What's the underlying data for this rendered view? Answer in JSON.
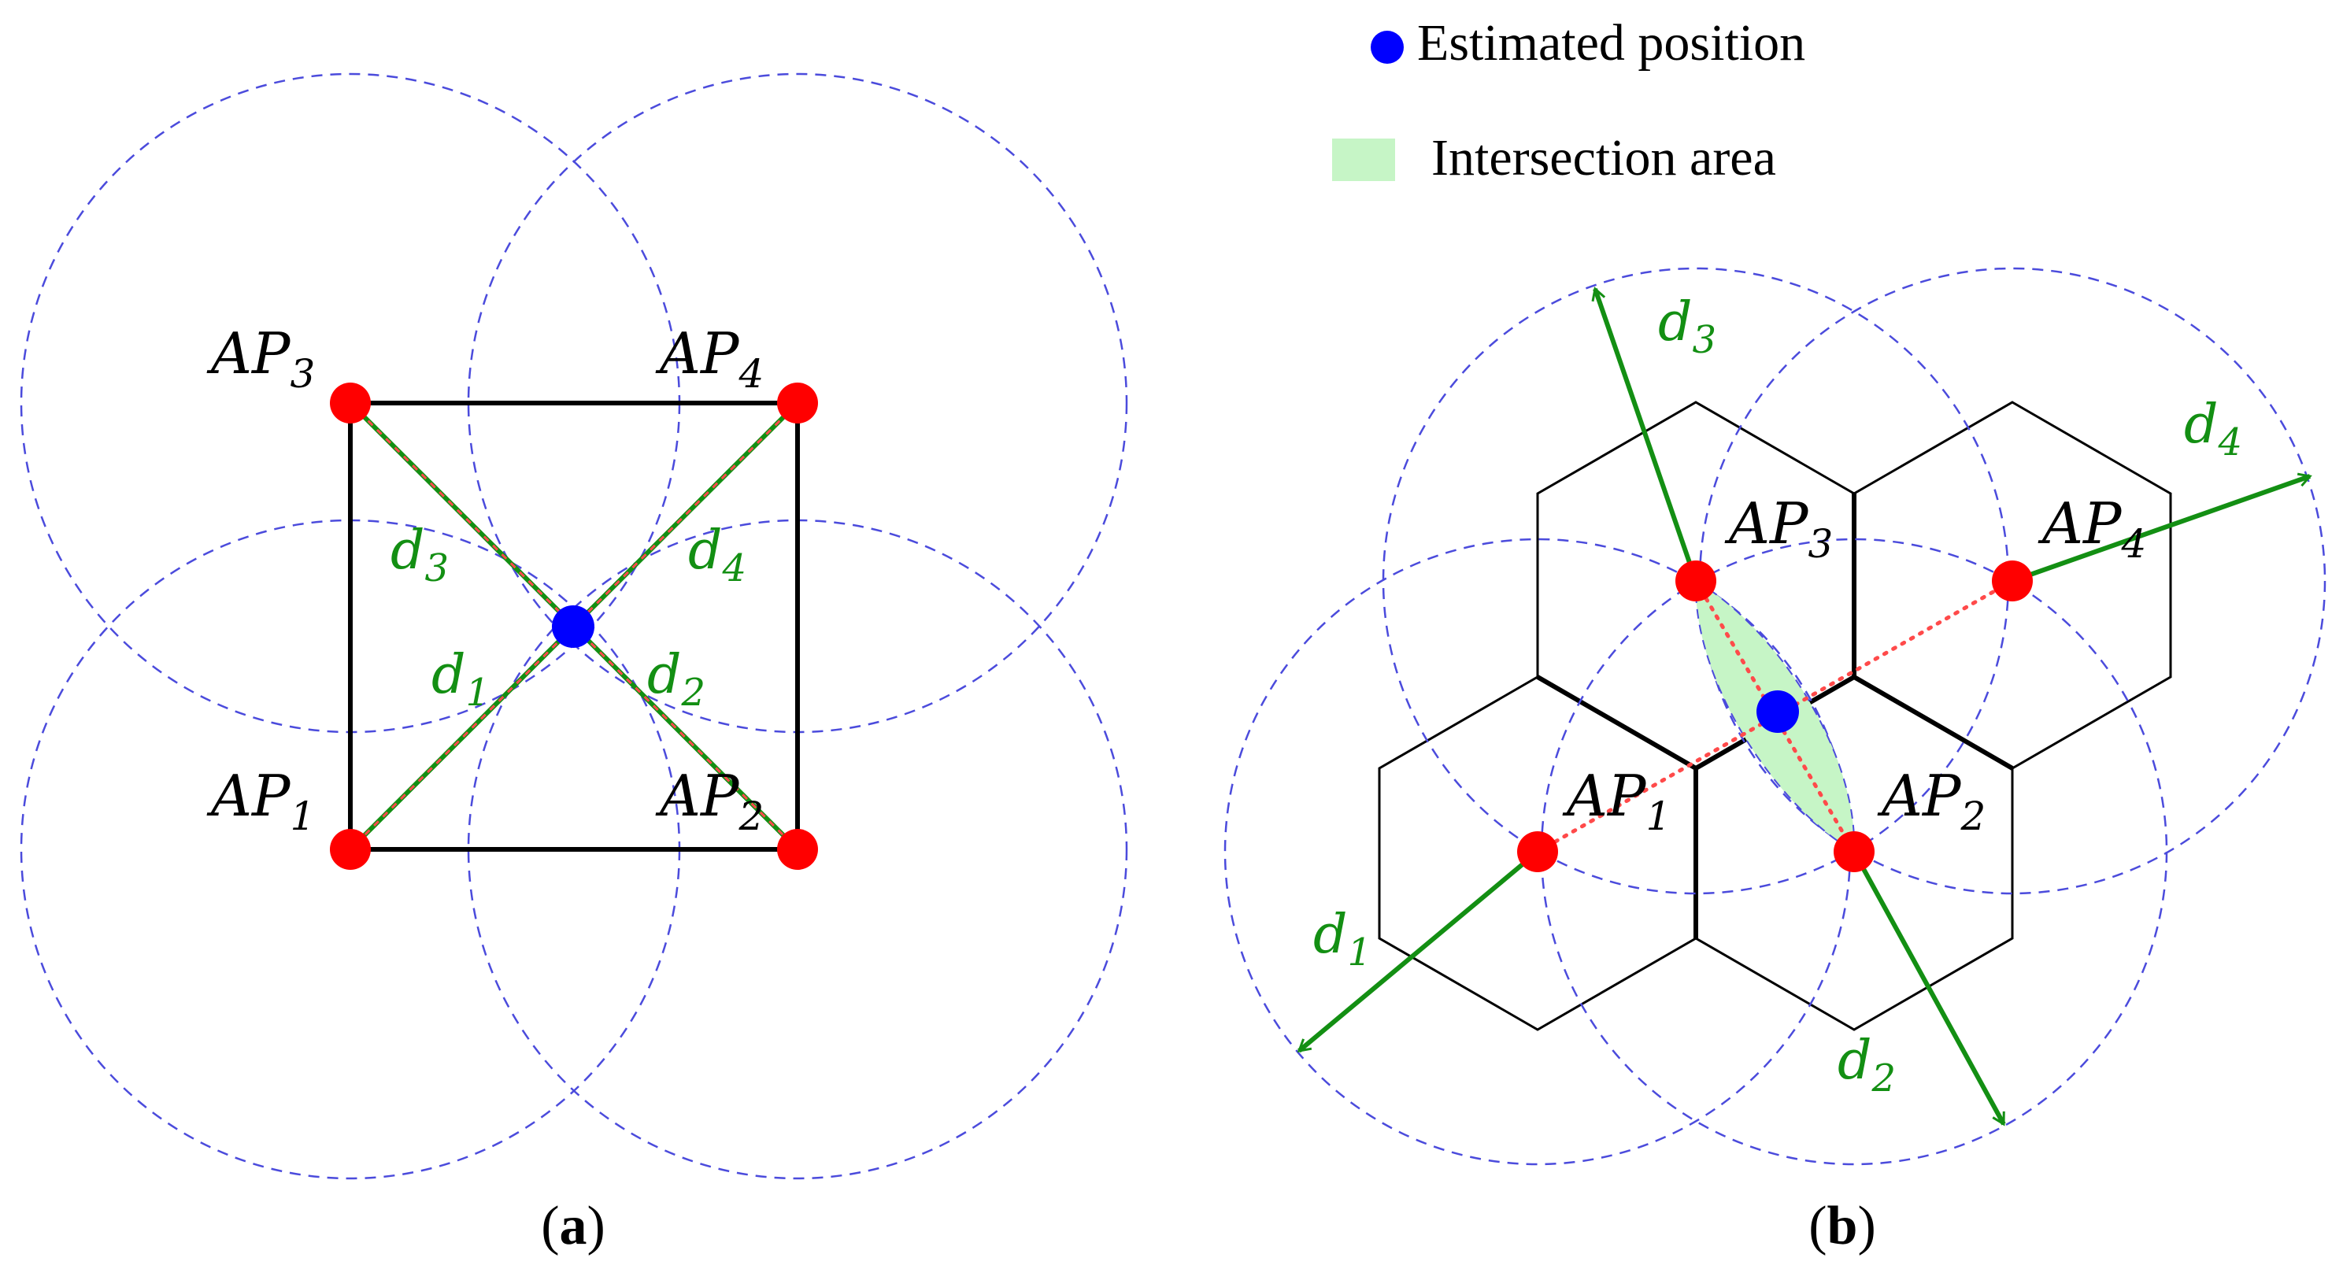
{
  "colors": {
    "access_point": "#ff0000",
    "estimate": "#0000ff",
    "range_circle": "#4b4bdc",
    "distance": "#138f13",
    "dotted_link": "#ff4a4a",
    "intersection_fill": "#c6f5c6",
    "structure": "#000000"
  },
  "legend": {
    "estimated_position": "Estimated position",
    "intersection_area": "Intersection area"
  },
  "panel_a": {
    "caption_open": "(",
    "caption_letter": "a",
    "caption_close": ")",
    "aps": [
      {
        "base": "AP",
        "sub": "3"
      },
      {
        "base": "AP",
        "sub": "4"
      },
      {
        "base": "AP",
        "sub": "1"
      },
      {
        "base": "AP",
        "sub": "2"
      }
    ],
    "distances": [
      {
        "base": "d",
        "sub": "3"
      },
      {
        "base": "d",
        "sub": "4"
      },
      {
        "base": "d",
        "sub": "1"
      },
      {
        "base": "d",
        "sub": "2"
      }
    ]
  },
  "panel_b": {
    "caption_open": "(",
    "caption_letter": "b",
    "caption_close": ")",
    "aps": [
      {
        "base": "AP",
        "sub": "3"
      },
      {
        "base": "AP",
        "sub": "4"
      },
      {
        "base": "AP",
        "sub": "1"
      },
      {
        "base": "AP",
        "sub": "2"
      }
    ],
    "distances": [
      {
        "base": "d",
        "sub": "3"
      },
      {
        "base": "d",
        "sub": "4"
      },
      {
        "base": "d",
        "sub": "1"
      },
      {
        "base": "d",
        "sub": "2"
      }
    ]
  }
}
